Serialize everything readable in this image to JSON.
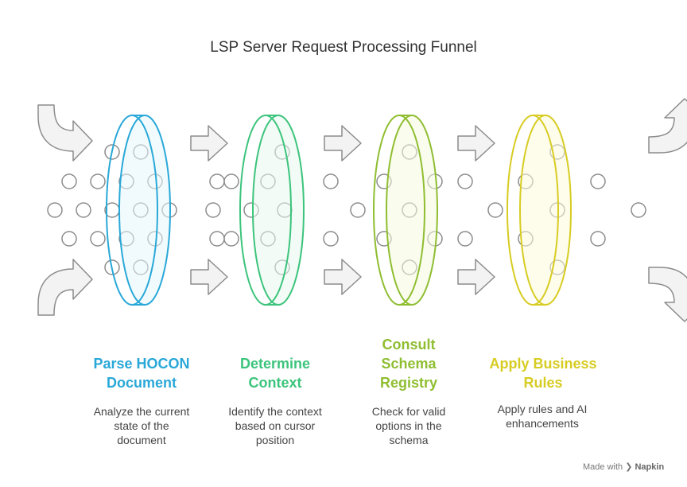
{
  "title": "LSP Server Request Processing Funnel",
  "stages": [
    {
      "label_lines": [
        "Parse HOCON",
        "Document"
      ],
      "description_lines": [
        "Analyze the current",
        "state of the",
        "document"
      ],
      "color": "#29a8d8",
      "fill": "#e6f7fc"
    },
    {
      "label_lines": [
        "Determine",
        "Context"
      ],
      "description_lines": [
        "Identify the context",
        "based on cursor",
        "position"
      ],
      "color": "#3cc47c",
      "fill": "#e9f8ee"
    },
    {
      "label_lines": [
        "Consult",
        "Schema",
        "Registry"
      ],
      "description_lines": [
        "Check for valid",
        "options in the",
        "schema"
      ],
      "color": "#8fbe31",
      "fill": "#f5fadf"
    },
    {
      "label_lines": [
        "Apply Business",
        "Rules"
      ],
      "description_lines": [
        "Apply rules and AI",
        "enhancements"
      ],
      "color": "#d7cc22",
      "fill": "#fdfbdd"
    }
  ],
  "branding": {
    "prefix": "Made with",
    "name": "Napkin"
  }
}
